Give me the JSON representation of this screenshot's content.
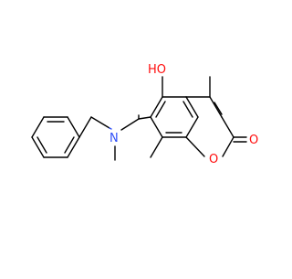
{
  "molecule": {
    "atom_labels": {
      "hydroxyl": "HO",
      "ring_oxygen": "O",
      "carbonyl_oxygen": "O",
      "amine_nitrogen": "N"
    },
    "colors": {
      "carbon_bond": "#000000",
      "oxygen": "#ff0d0d",
      "nitrogen": "#3050f8",
      "background": "#ffffff"
    }
  }
}
